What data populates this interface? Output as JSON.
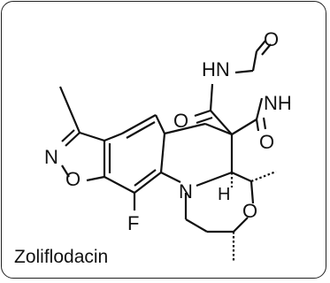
{
  "compound": {
    "name": "Zoliflodacin"
  },
  "atom_labels": {
    "n_isoxazole": "N",
    "o_isoxazole": "O",
    "fluorine": "F",
    "n_ring": "N",
    "h_stereo": "H",
    "o_morpholine": "O",
    "hn_top": "HN",
    "o_top": "O",
    "nh_right": "NH",
    "o_left": "O",
    "o_right": "O"
  }
}
